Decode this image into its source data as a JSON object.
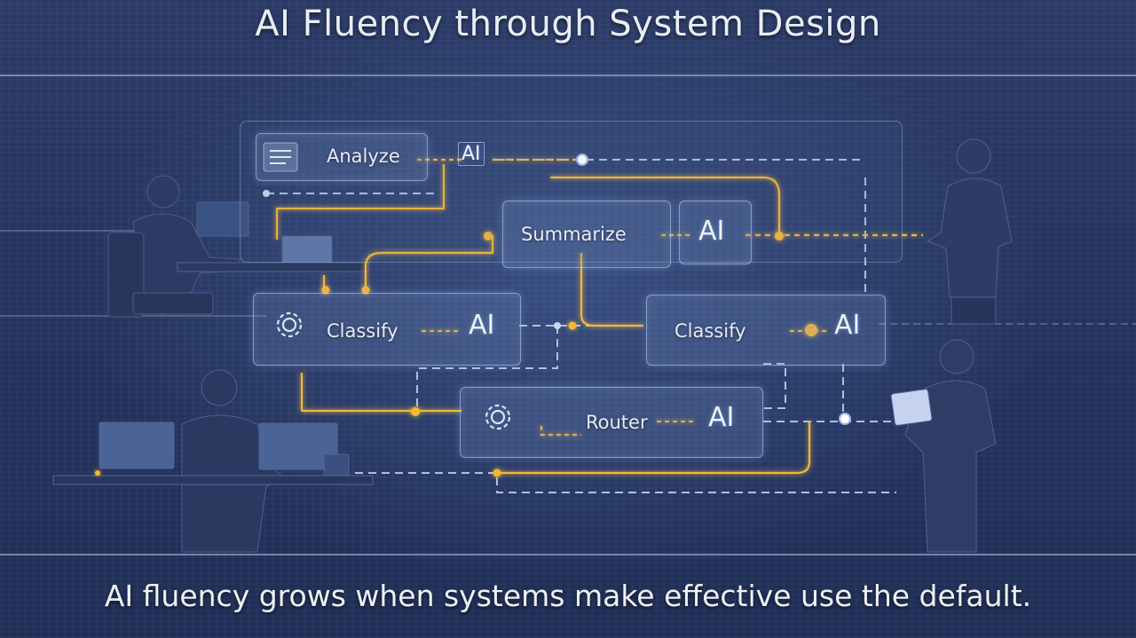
{
  "title": "AI Fluency through System Design",
  "caption": "AI fluency grows when systems make effective use the default.",
  "nodes": {
    "analyze": "Analyze",
    "summarize": "Summarize",
    "classify_left": "Classify",
    "classify_right": "Classify",
    "router": "Router"
  },
  "ai_badge": "AI",
  "colors": {
    "background": "#22325a",
    "accent_gold": "#f2b73a",
    "line_light": "#c9d6f0"
  },
  "icons": [
    "document-lines-icon",
    "gear-icon",
    "gear-icon",
    "workstation-icon"
  ]
}
